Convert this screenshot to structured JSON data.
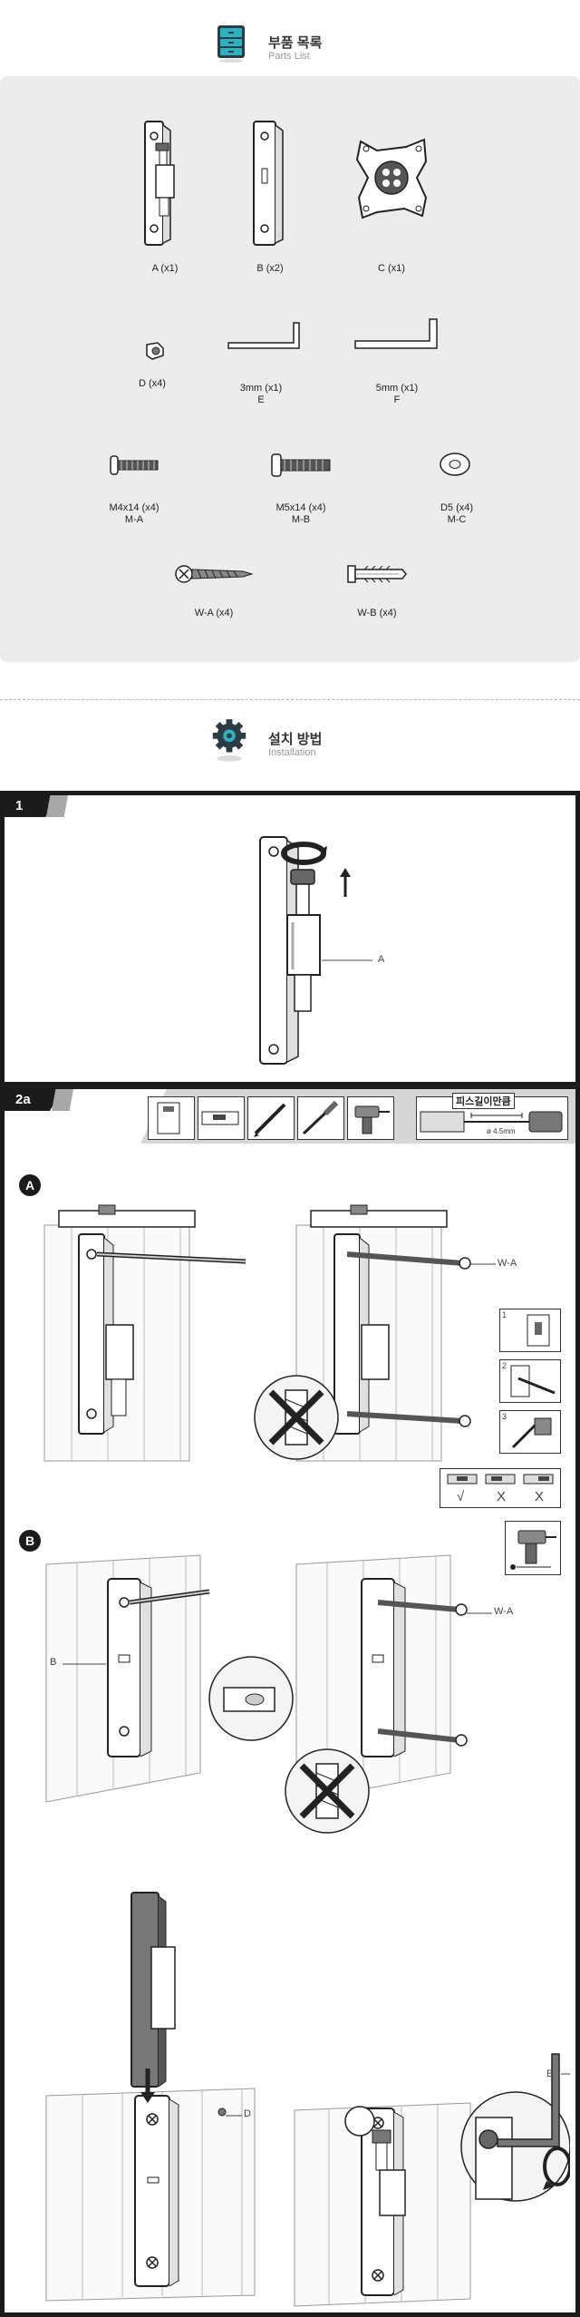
{
  "parts_section": {
    "title_ko": "부품 목록",
    "title_en": "Parts List",
    "icon": "toolbox-icon",
    "accent_color": "#2bb3c0"
  },
  "parts": {
    "a": "A (x1)",
    "b": "B (x2)",
    "c": "C (x1)",
    "d": "D (x4)",
    "e_size": "3mm (x1)",
    "e_code": "E",
    "f_size": "5mm (x1)",
    "f_code": "F",
    "ma_size": "M4x14 (x4)",
    "ma_code": "M-A",
    "mb_size": "M5x14 (x4)",
    "mb_code": "M-B",
    "mc_size": "D5 (x4)",
    "mc_code": "M-C",
    "wa": "W-A (x4)",
    "wb": "W-B (x4)"
  },
  "install_section": {
    "title_ko": "설치 방법",
    "title_en": "Installation",
    "icon": "gear-icon"
  },
  "step1": {
    "number": "1",
    "callout_a": "A"
  },
  "step2a": {
    "number": "2a",
    "hole_depth_label": "피스길이만큼",
    "drill_diameter": "ø 4.5mm",
    "section_a_badge": "A",
    "section_b_badge": "B",
    "callout_wa_1": "W-A",
    "callout_wa_2": "W-A",
    "callout_b": "B",
    "callout_d": "D",
    "callout_e": "E",
    "inset_1": "1",
    "inset_2": "2",
    "inset_3": "3",
    "check_ok": "√",
    "check_x1": "X",
    "check_x2": "X"
  }
}
